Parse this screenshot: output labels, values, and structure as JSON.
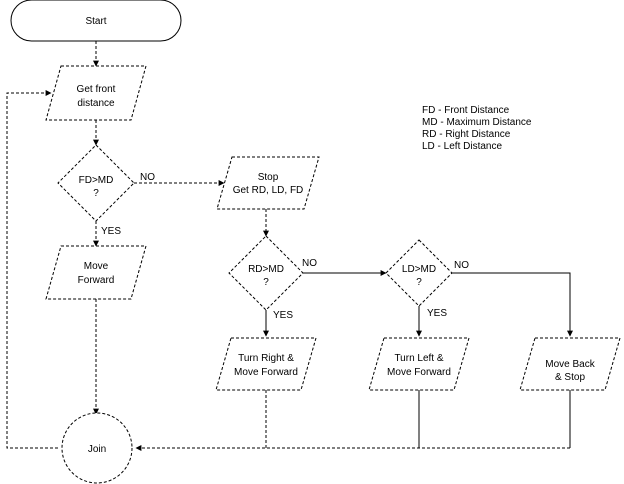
{
  "nodes": {
    "start": {
      "lines": [
        "Start"
      ]
    },
    "get_front": {
      "lines": [
        "Get front",
        "distance"
      ]
    },
    "fd_md": {
      "lines": [
        "FD>MD",
        "?"
      ]
    },
    "stop_get": {
      "lines": [
        "Stop",
        "Get RD, LD, FD"
      ]
    },
    "move_forward": {
      "lines": [
        "Move",
        "Forward"
      ]
    },
    "rd_md": {
      "lines": [
        "RD>MD",
        "?"
      ]
    },
    "ld_md": {
      "lines": [
        "LD>MD",
        "?"
      ]
    },
    "turn_right": {
      "lines": [
        "Turn Right &",
        "Move Forward"
      ]
    },
    "turn_left": {
      "lines": [
        "Turn Left &",
        "Move Forward"
      ]
    },
    "move_back": {
      "lines": [
        "Move Back",
        "& Stop"
      ]
    },
    "join": {
      "lines": [
        "Join"
      ]
    }
  },
  "edge_labels": {
    "fd_no": "NO",
    "fd_yes": "YES",
    "rd_no": "NO",
    "rd_yes": "YES",
    "ld_no": "NO",
    "ld_yes": "YES"
  },
  "legend": [
    "FD - Front Distance",
    "MD - Maximum Distance",
    "RD - Right Distance",
    "LD - Left Distance"
  ]
}
